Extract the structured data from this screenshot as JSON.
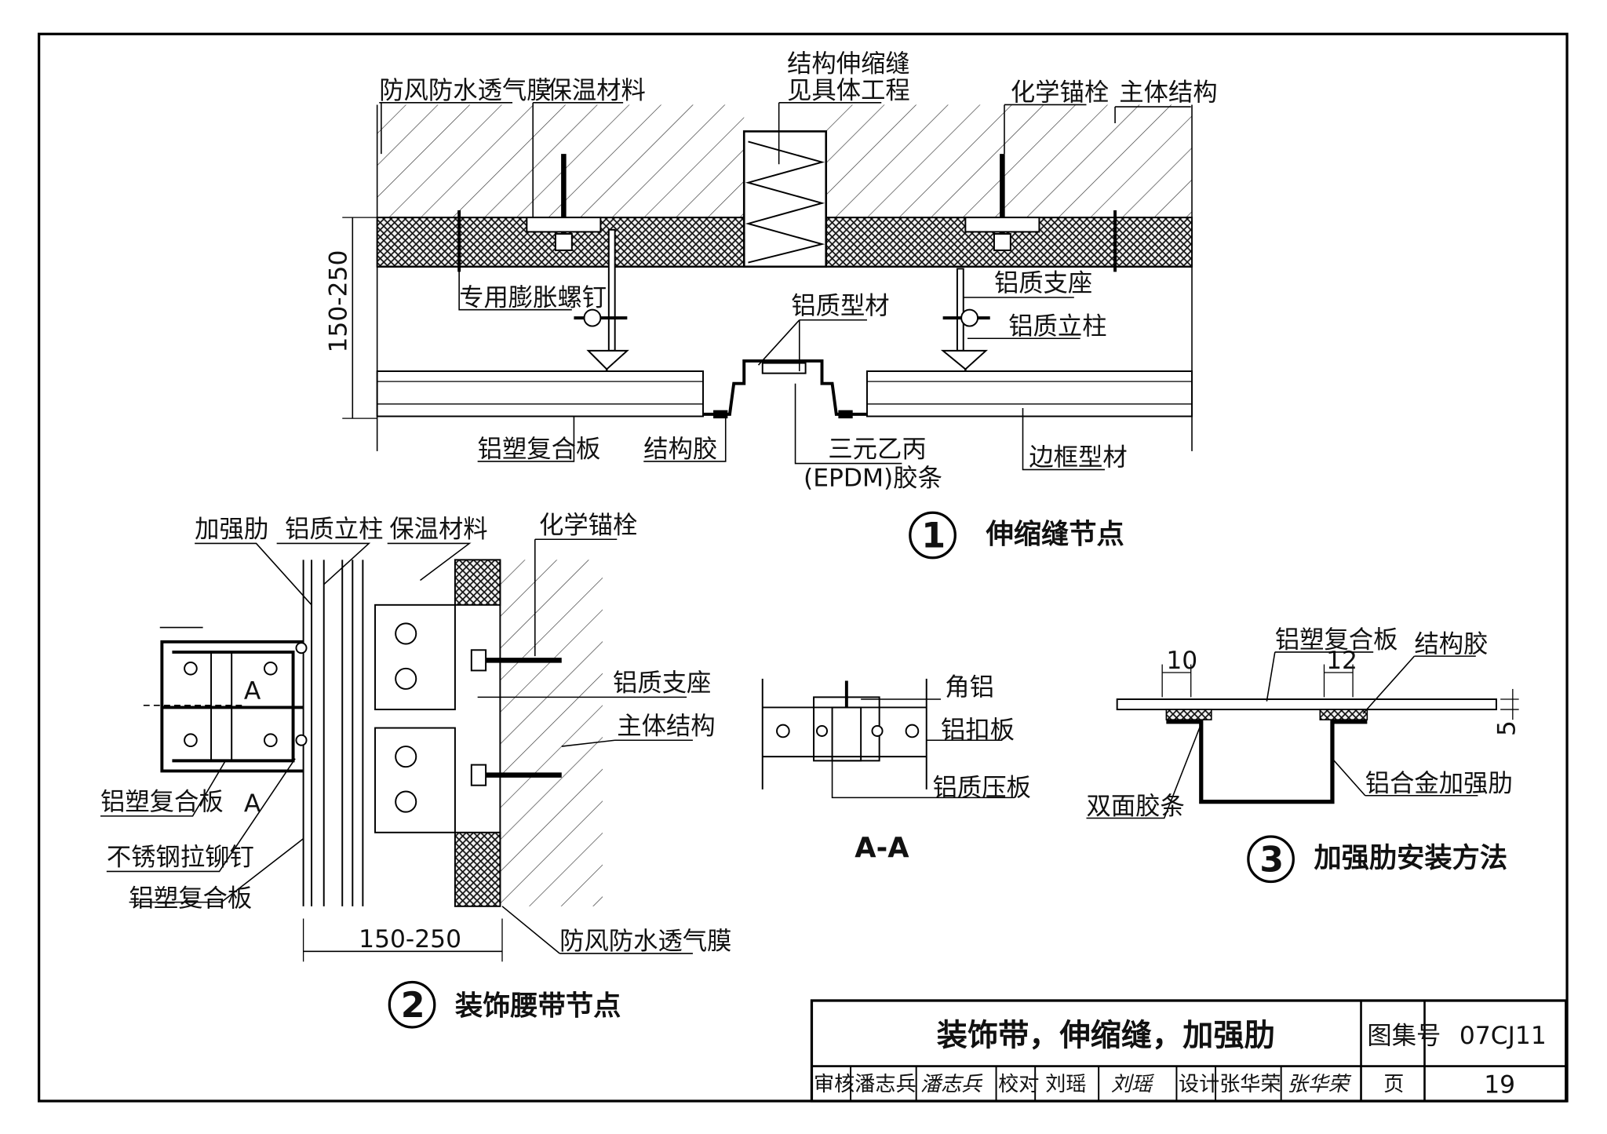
{
  "detail1": {
    "labels": {
      "membrane": "防风防水透气膜",
      "insulation": "保温材料",
      "joint_line1": "结构伸缩缝",
      "joint_line2": "见具体工程",
      "chem_anchor": "化学锚栓",
      "main_structure": "主体结构",
      "expansion_screw": "专用膨胀螺钉",
      "al_profile": "铝质型材",
      "al_support": "铝质支座",
      "al_mullion": "铝质立柱",
      "acp": "铝塑复合板",
      "struct_glue": "结构胶",
      "epdm_line1": "三元乙丙",
      "epdm_line2": "(EPDM)胶条",
      "edge_frame": "边框型材"
    },
    "dim": "150-250",
    "number": "1",
    "title": "伸缩缝节点"
  },
  "detail2": {
    "labels": {
      "rib": "加强肋",
      "al_mullion": "铝质立柱",
      "insulation": "保温材料",
      "chem_anchor": "化学锚栓",
      "al_support": "铝质支座",
      "main_structure": "主体结构",
      "acp_upper": "铝塑复合板",
      "rivet": "不锈钢拉铆钉",
      "acp_lower": "铝塑复合板",
      "membrane": "防风防水透气膜",
      "section_mark": "A"
    },
    "dim": "150-250",
    "number": "2",
    "title": "装饰腰带节点"
  },
  "section_aa": {
    "labels": {
      "angle_al": "角铝",
      "al_clip": "铝扣板",
      "al_plate": "铝质压板"
    },
    "title": "A-A"
  },
  "detail3": {
    "labels": {
      "acp": "铝塑复合板",
      "struct_glue": "结构胶",
      "tape": "双面胶条",
      "rib": "铝合金加强肋"
    },
    "dims": {
      "left": "10",
      "right": "12",
      "thick": "5"
    },
    "number": "3",
    "title": "加强肋安装方法"
  },
  "title_block": {
    "title": "装饰带，伸缩缝，加强肋",
    "atlas_label": "图集号",
    "atlas_no": "07CJ11",
    "review_label": "审核",
    "reviewer": "潘志兵",
    "reviewer_sig": "潘志兵",
    "check_label": "校对",
    "checker": "刘瑶",
    "checker_sig": "刘瑶",
    "design_label": "设计",
    "designer": "张华荣",
    "designer_sig": "张华荣",
    "page_label": "页",
    "page_no": "19"
  }
}
